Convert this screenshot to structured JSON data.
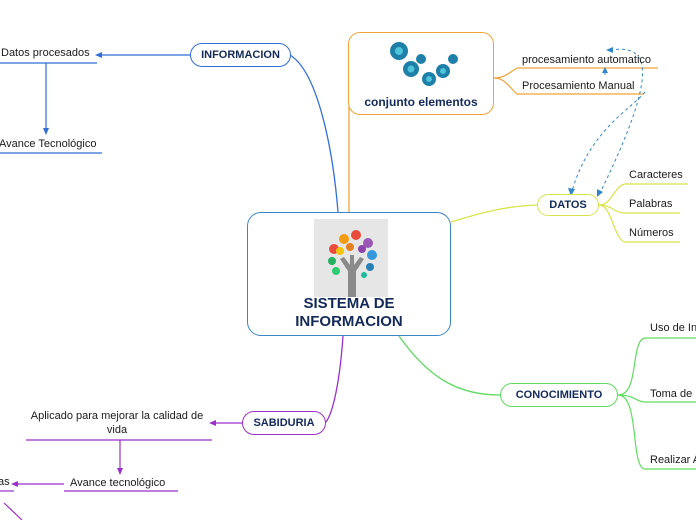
{
  "central": {
    "title": "SISTEMA DE INFORMACION"
  },
  "informacion": {
    "label": "INFORMACION",
    "children": [
      "Datos procesados",
      "Avance Tecnológico"
    ]
  },
  "conjunto": {
    "label": "conjunto elementos",
    "children": [
      "procesamiento automatico",
      "Procesamiento Manual"
    ]
  },
  "datos": {
    "label": "DATOS",
    "children": [
      "Caracteres",
      "Palabras",
      "Números"
    ]
  },
  "conocimiento": {
    "label": "CONOCIMIENTO",
    "children": [
      "Uso de In",
      "Toma de",
      "Realizar A"
    ]
  },
  "sabiduria": {
    "label": "SABIDURIA",
    "children": [
      "Aplicado para mejorar la calidad de vida",
      "Avance tecnológico",
      "as"
    ]
  },
  "colors": {
    "informacion": "#2f6fd6",
    "conjunto": "#f0a33a",
    "datos": "#d9e34a",
    "conocimiento": "#5fdc5f",
    "sabiduria": "#9b2fc9",
    "dashed": "#2f86c8"
  }
}
